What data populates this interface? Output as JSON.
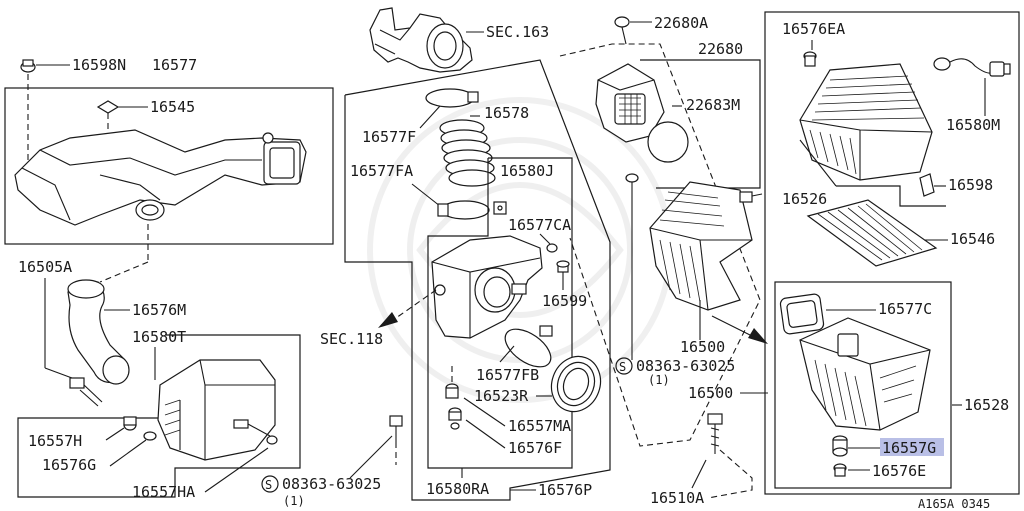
{
  "labels": {
    "p16598N": "16598N",
    "p16577": "16577",
    "p16545": "16545",
    "p16505A": "16505A",
    "p16576M": "16576M",
    "p16580T": "16580T",
    "p16557H": "16557H",
    "p16576G": "16576G",
    "p16557HA": "16557HA",
    "s08363_left": "08363-63025",
    "s08363_left_qty": "(1)",
    "sec163": "SEC.163",
    "sec118": "SEC.118",
    "p16577F": "16577F",
    "p16578": "16578",
    "p16577FA": "16577FA",
    "p16580J": "16580J",
    "p16577CA": "16577CA",
    "p16599": "16599",
    "p16577FB": "16577FB",
    "p16523R": "16523R",
    "p16557MA": "16557MA",
    "p16576F": "16576F",
    "p16580RA": "16580RA",
    "p16576P": "16576P",
    "p22680A": "22680A",
    "p22680": "22680",
    "p22683M": "22683M",
    "p16500_mid": "16500",
    "s08363_mid": "08363-63025",
    "s08363_mid_qty": "(1)",
    "p16500_right": "16500",
    "p16510A": "16510A",
    "p16576EA": "16576EA",
    "p16580M": "16580M",
    "p16526": "16526",
    "p16598": "16598",
    "p16546": "16546",
    "p16577C": "16577C",
    "p16528": "16528",
    "p16557G": "16557G",
    "p16576E": "16576E",
    "diagram_code": "A165A 0345",
    "s_symbol": "S"
  },
  "colors": {
    "highlight": "#b9bfe6",
    "ink": "#1a1a1a"
  }
}
